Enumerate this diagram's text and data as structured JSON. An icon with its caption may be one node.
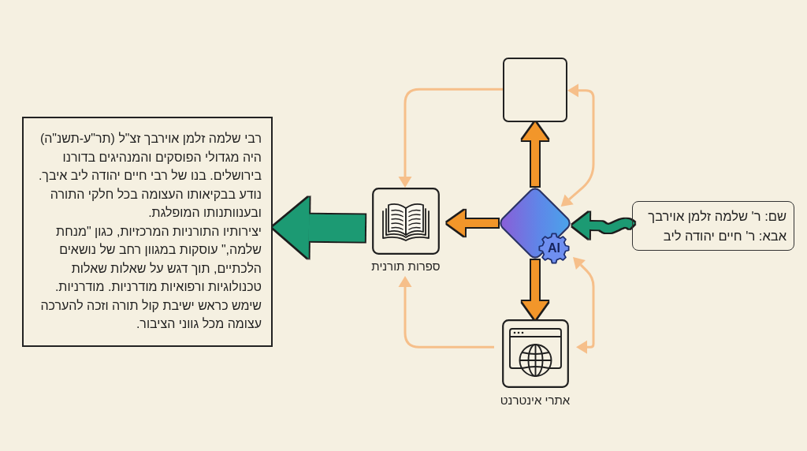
{
  "diagram": {
    "nodes": [
      {
        "text": [
          "שם: ר' שלמה זלמן אוירבך",
          "אבא: ר' חיים יהודה ליב"
        ]
      },
      {
        "text": [
          "AI"
        ]
      },
      {
        "text": [],
        "shape": "box"
      },
      {
        "text": [
          "ספרות תורנית"
        ]
      },
      {
        "text": [
          "אתרי אינטרנט"
        ]
      },
      {
        "text": [
          "רבי שלמה זלמן אוירבך זצ\"ל (תר\"ע-תשנ\"ה) היה מגדולי הפוסקים והמנהיגים בדורנו בירושלים. בנו של רבי חיים יהודה ליב איבך. נודע בבקיאותו העצומה בכל חלקי התורה ובענוותנותו המופלגת.",
          "יצירותיו התורניות המרכזיות, כגון \"מנחת שלמה,\" עוסקות במגוון רחב של נושאים הלכתיים, תוך דגש על שאלות שאלות טכנולוגיות ורפואיות מודרניות. מודרניות. שימש כראש ישיבת קול תורה וזכה להערכה עצומה מכל גווני הציבור."
        ]
      }
    ],
    "edges": [
      {
        "from": 0,
        "to": 1,
        "arrow": "to",
        "color": "#1f9a73"
      },
      {
        "from": 1,
        "to": 2,
        "arrow": "to",
        "color": "#f2962c"
      },
      {
        "from": 1,
        "to": 3,
        "arrow": "to",
        "color": "#f2962c"
      },
      {
        "from": 1,
        "to": 4,
        "arrow": "to",
        "color": "#f2962c"
      },
      {
        "from": 3,
        "to": 5,
        "arrow": "to",
        "style": "thick",
        "color": "#1f9a73"
      },
      {
        "from": 2,
        "to": 3,
        "arrow": "to"
      },
      {
        "from": 1,
        "to": 2,
        "arrow": "both"
      },
      {
        "from": 1,
        "to": 4,
        "arrow": "both"
      },
      {
        "from": 4,
        "to": 3,
        "arrow": "to"
      }
    ]
  }
}
